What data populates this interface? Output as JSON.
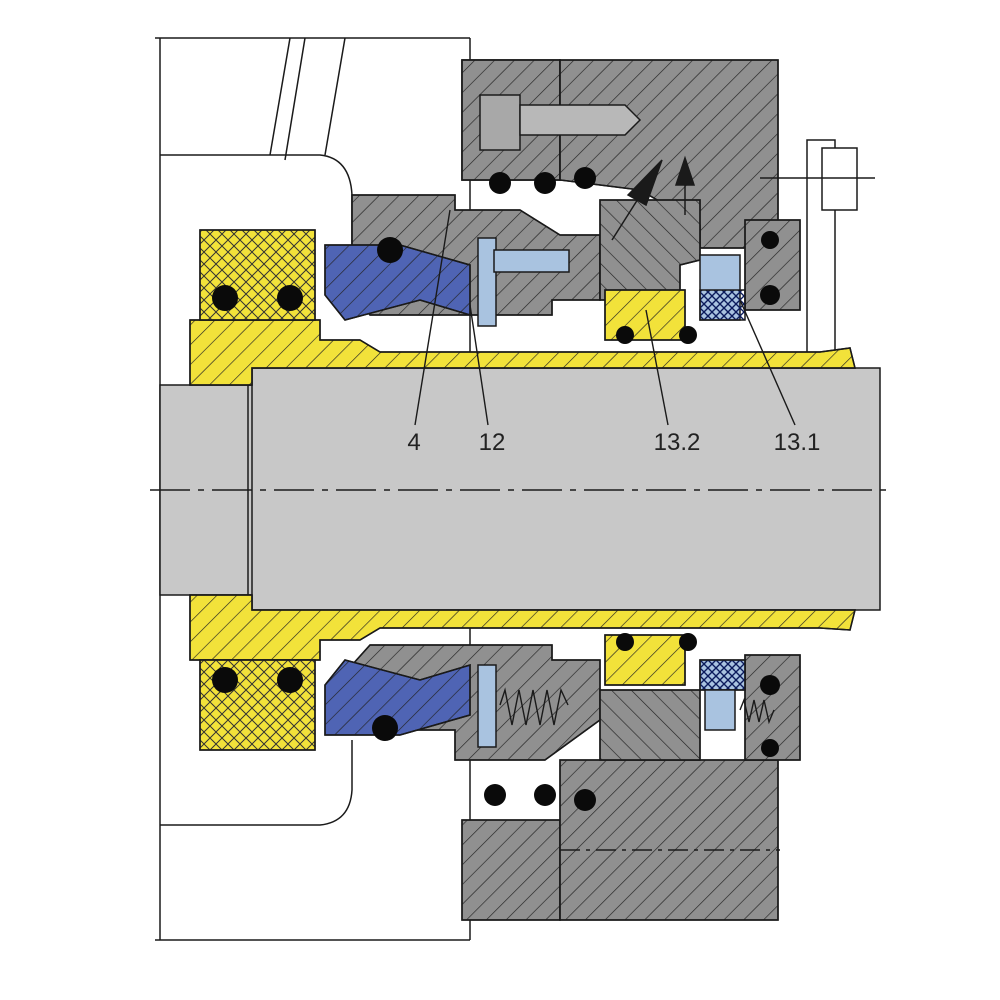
{
  "diagram": {
    "colors": {
      "steel": "#909090",
      "shaft": "#c8c8c8",
      "sleeve": "#f2e23a",
      "face": "#4f64b4",
      "stationary": "#a9c3e0",
      "oring": "#0a0a0a",
      "outline": "#1a1a1a",
      "background": "#ffffff"
    },
    "callouts": [
      {
        "id": "c4",
        "label": "4"
      },
      {
        "id": "c12",
        "label": "12"
      },
      {
        "id": "c13_2",
        "label": "13.2"
      },
      {
        "id": "c13_1",
        "label": "13.1"
      }
    ]
  }
}
